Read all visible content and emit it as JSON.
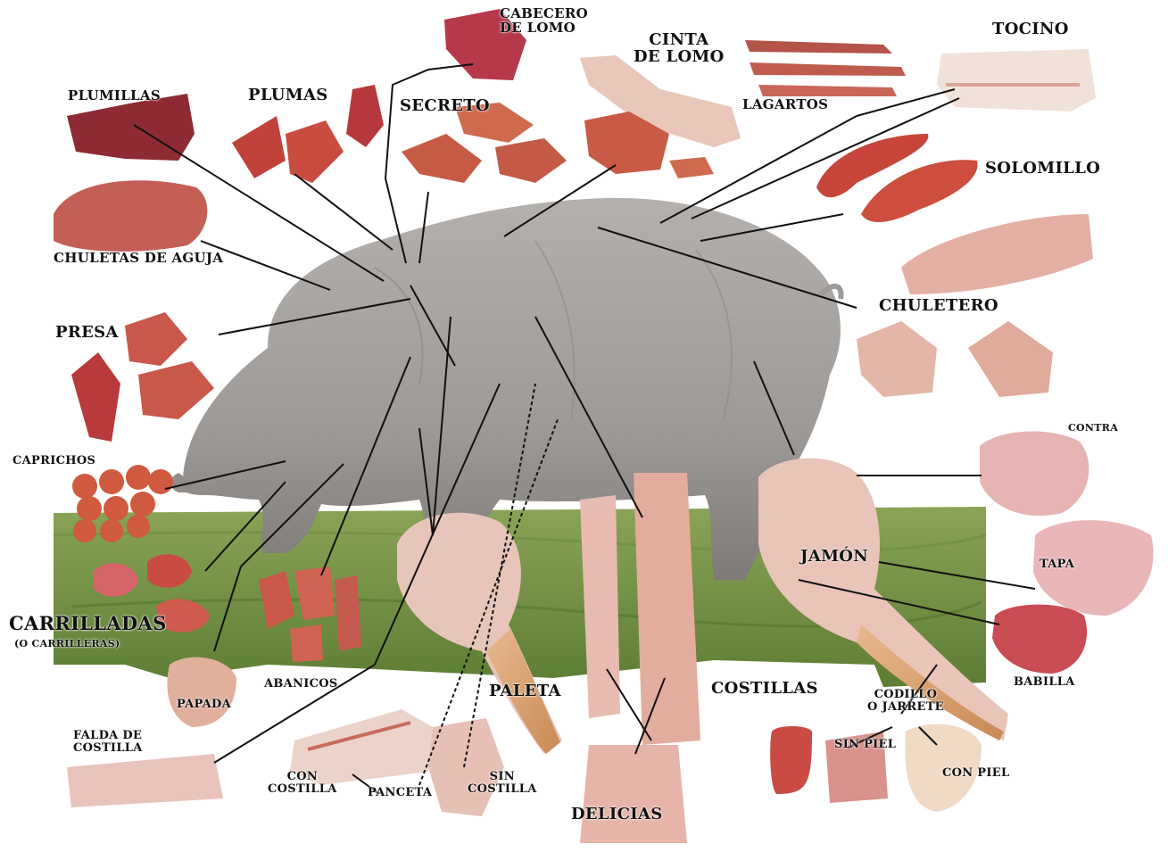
{
  "labels": {
    "cabecero_1": "CABECERO",
    "cabecero_2": "DE LOMO",
    "cinta_1": "CINTA",
    "cinta_2": "DE LOMO",
    "tocino": "TOCINO",
    "plumillas": "PLUMILLAS",
    "plumas": "PLUMAS",
    "secreto": "SECRETO",
    "lagartos": "LAGARTOS",
    "solomillo": "SOLOMILLO",
    "chuletas_aguja": "CHULETAS DE AGUJA",
    "chuletero": "CHULETERO",
    "presa": "PRESA",
    "caprichos": "CAPRICHOS",
    "contra": "CONTRA",
    "jamon": "JAMÓN",
    "tapa": "TAPA",
    "carrilladas": "CARRILLADAS",
    "carrilleras": "(O CARRILLERAS)",
    "babilla": "BABILLA",
    "abanicos": "ABANICOS",
    "papada": "PAPADA",
    "paleta": "PALETA",
    "costillas": "COSTILLAS",
    "codillo_1": "CODILLO",
    "codillo_2": "O JARRETE",
    "sin_piel": "SIN PIEL",
    "con_piel": "CON PIEL",
    "falda_1": "FALDA DE",
    "falda_2": "COSTILLA",
    "con_costilla_1": "CON",
    "con_costilla_2": "COSTILLA",
    "panceta": "PANCETA",
    "sin_costilla_1": "SIN",
    "sin_costilla_2": "COSTILLA",
    "delicias": "DELICIAS"
  }
}
